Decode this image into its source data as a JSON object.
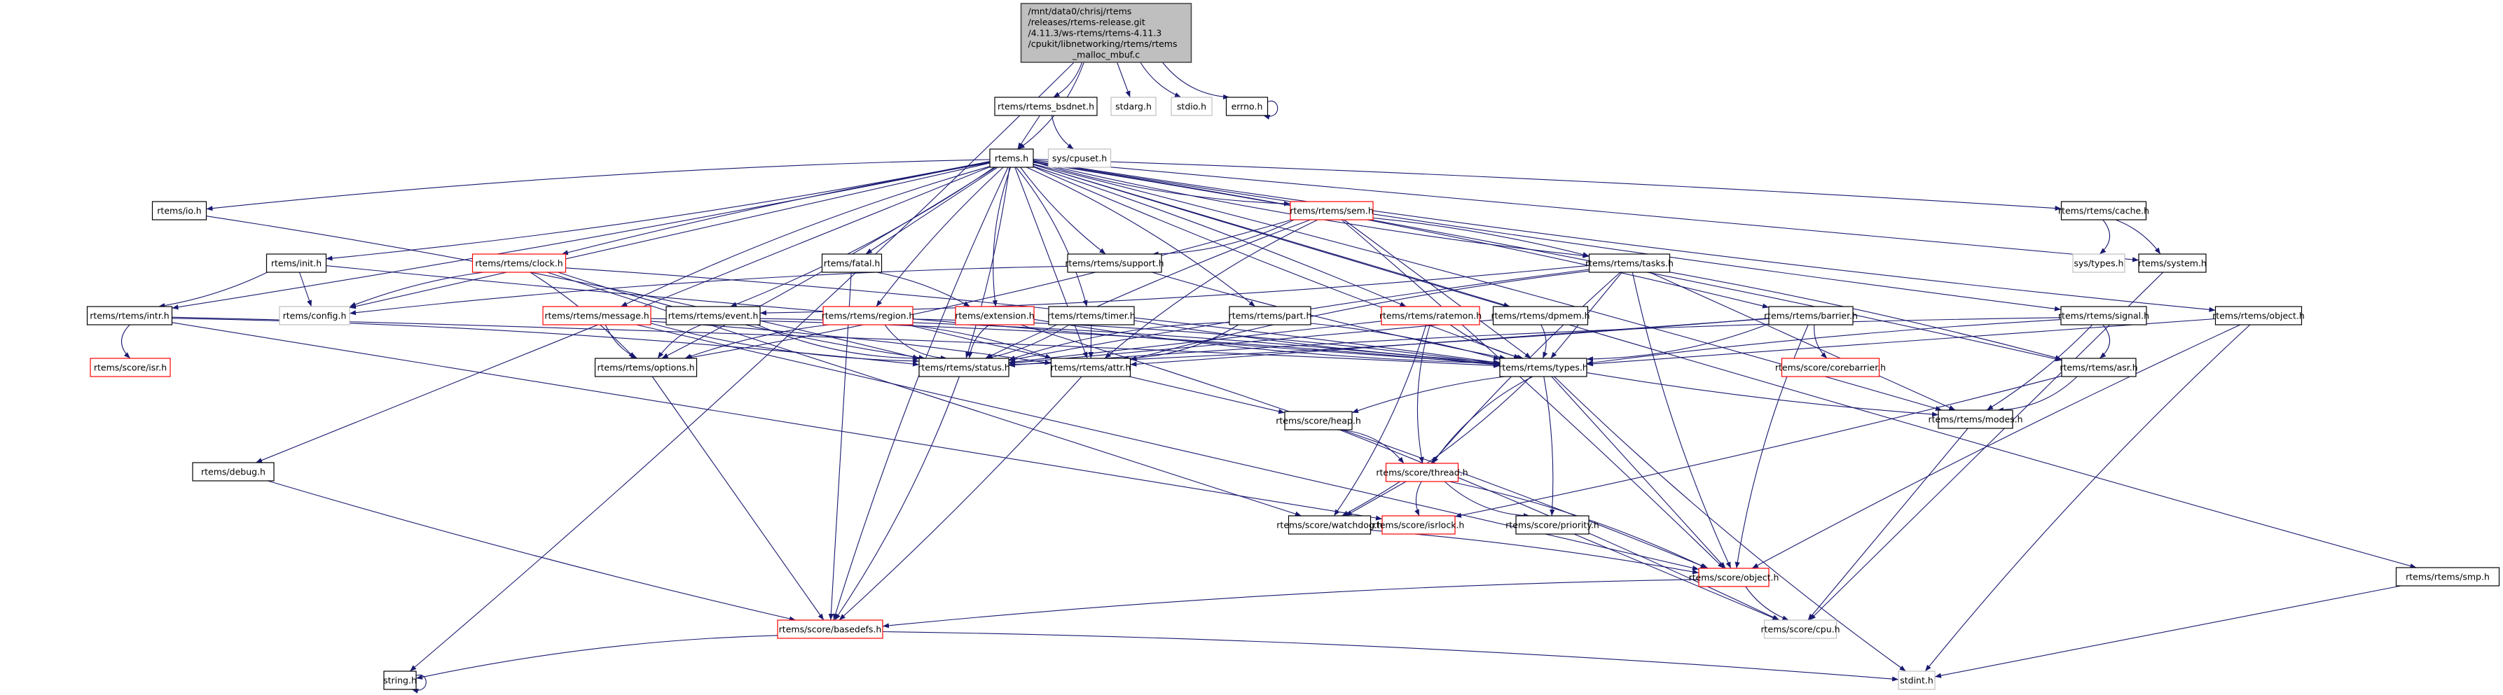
{
  "title": "Include dependency graph for rtems_malloc_mbuf.c",
  "colors": {
    "edge": "#191970",
    "root_fill": "#bfbfbf",
    "documented_border": "#000000",
    "truncated_border": "#ff0000",
    "undocumented_border": "#bfbfbf"
  },
  "nodes": [
    {
      "id": "root",
      "label": [
        "/mnt/data0/chrisj/rtems",
        "/releases/rtems-release.git",
        "/4.11.3/ws-rtems/rtems-4.11.3",
        "/cpukit/libnetworking/rtems/rtems",
        "_malloc_mbuf.c"
      ],
      "style": "root"
    },
    {
      "id": "bsdnet",
      "label": [
        "rtems/rtems_bsdnet.h"
      ],
      "style": "normal"
    },
    {
      "id": "stdarg",
      "label": [
        "stdarg.h"
      ],
      "style": "gray"
    },
    {
      "id": "stdio",
      "label": [
        "stdio.h"
      ],
      "style": "gray"
    },
    {
      "id": "errno",
      "label": [
        "errno.h"
      ],
      "style": "normal"
    },
    {
      "id": "rtems",
      "label": [
        "rtems.h"
      ],
      "style": "normal"
    },
    {
      "id": "cpuset",
      "label": [
        "sys/cpuset.h"
      ],
      "style": "gray"
    },
    {
      "id": "io",
      "label": [
        "rtems/io.h"
      ],
      "style": "normal"
    },
    {
      "id": "init",
      "label": [
        "rtems/init.h"
      ],
      "style": "normal"
    },
    {
      "id": "intr",
      "label": [
        "rtems/rtems/intr.h"
      ],
      "style": "normal"
    },
    {
      "id": "isr",
      "label": [
        "rtems/score/isr.h"
      ],
      "style": "red"
    },
    {
      "id": "config",
      "label": [
        "rtems/config.h"
      ],
      "style": "gray"
    },
    {
      "id": "clock",
      "label": [
        "rtems/rtems/clock.h"
      ],
      "style": "red"
    },
    {
      "id": "message",
      "label": [
        "rtems/rtems/message.h"
      ],
      "style": "red"
    },
    {
      "id": "event",
      "label": [
        "rtems/rtems/event.h"
      ],
      "style": "normal"
    },
    {
      "id": "options",
      "label": [
        "rtems/rtems/options.h"
      ],
      "style": "normal"
    },
    {
      "id": "fatal",
      "label": [
        "rtems/fatal.h"
      ],
      "style": "normal"
    },
    {
      "id": "region",
      "label": [
        "rtems/rtems/region.h"
      ],
      "style": "red"
    },
    {
      "id": "extension",
      "label": [
        "rtems/extension.h"
      ],
      "style": "red"
    },
    {
      "id": "timer",
      "label": [
        "rtems/rtems/timer.h"
      ],
      "style": "normal"
    },
    {
      "id": "status",
      "label": [
        "rtems/rtems/status.h"
      ],
      "style": "normal"
    },
    {
      "id": "attr",
      "label": [
        "rtems/rtems/attr.h"
      ],
      "style": "normal"
    },
    {
      "id": "support",
      "label": [
        "rtems/rtems/support.h"
      ],
      "style": "normal"
    },
    {
      "id": "sem",
      "label": [
        "rtems/rtems/sem.h"
      ],
      "style": "red"
    },
    {
      "id": "part",
      "label": [
        "rtems/rtems/part.h"
      ],
      "style": "normal"
    },
    {
      "id": "ratemon",
      "label": [
        "rtems/rtems/ratemon.h"
      ],
      "style": "red"
    },
    {
      "id": "dpmem",
      "label": [
        "rtems/rtems/dpmem.h"
      ],
      "style": "normal"
    },
    {
      "id": "types",
      "label": [
        "rtems/rtems/types.h"
      ],
      "style": "normal"
    },
    {
      "id": "tasks",
      "label": [
        "rtems/rtems/tasks.h"
      ],
      "style": "normal"
    },
    {
      "id": "barrier",
      "label": [
        "rtems/rtems/barrier.h"
      ],
      "style": "normal"
    },
    {
      "id": "corebarrier",
      "label": [
        "rtems/score/corebarrier.h"
      ],
      "style": "red"
    },
    {
      "id": "cache",
      "label": [
        "rtems/rtems/cache.h"
      ],
      "style": "normal"
    },
    {
      "id": "systypes",
      "label": [
        "sys/types.h"
      ],
      "style": "gray"
    },
    {
      "id": "system",
      "label": [
        "rtems/system.h"
      ],
      "style": "normal"
    },
    {
      "id": "signal",
      "label": [
        "rtems/rtems/signal.h"
      ],
      "style": "normal"
    },
    {
      "id": "robject",
      "label": [
        "rtems/rtems/object.h"
      ],
      "style": "normal"
    },
    {
      "id": "asr",
      "label": [
        "rtems/rtems/asr.h"
      ],
      "style": "normal"
    },
    {
      "id": "modes",
      "label": [
        "rtems/rtems/modes.h"
      ],
      "style": "normal"
    },
    {
      "id": "heap",
      "label": [
        "rtems/score/heap.h"
      ],
      "style": "normal"
    },
    {
      "id": "thread",
      "label": [
        "rtems/score/thread.h"
      ],
      "style": "red"
    },
    {
      "id": "watchdog",
      "label": [
        "rtems/score/watchdog.h"
      ],
      "style": "normal"
    },
    {
      "id": "isrlock",
      "label": [
        "rtems/score/isrlock.h"
      ],
      "style": "red"
    },
    {
      "id": "priority",
      "label": [
        "rtems/score/priority.h"
      ],
      "style": "normal"
    },
    {
      "id": "sobject",
      "label": [
        "rtems/score/object.h"
      ],
      "style": "red"
    },
    {
      "id": "cpu",
      "label": [
        "rtems/score/cpu.h"
      ],
      "style": "gray"
    },
    {
      "id": "stdint",
      "label": [
        "stdint.h"
      ],
      "style": "gray"
    },
    {
      "id": "basedefs",
      "label": [
        "rtems/score/basedefs.h"
      ],
      "style": "red"
    },
    {
      "id": "string",
      "label": [
        "string.h"
      ],
      "style": "normal"
    },
    {
      "id": "debug",
      "label": [
        "rtems/debug.h"
      ],
      "style": "normal"
    },
    {
      "id": "smp",
      "label": [
        "rtems/rtems/smp.h"
      ],
      "style": "normal"
    }
  ],
  "edges": [
    [
      "root",
      "rtems"
    ],
    [
      "root",
      "bsdnet"
    ],
    [
      "root",
      "stdarg"
    ],
    [
      "root",
      "stdio"
    ],
    [
      "root",
      "errno"
    ],
    [
      "root",
      "string"
    ],
    [
      "errno",
      "errno"
    ],
    [
      "bsdnet",
      "rtems"
    ],
    [
      "bsdnet",
      "cpuset"
    ],
    [
      "rtems",
      "io"
    ],
    [
      "rtems",
      "init"
    ],
    [
      "rtems",
      "intr"
    ],
    [
      "rtems",
      "config"
    ],
    [
      "rtems",
      "clock"
    ],
    [
      "rtems",
      "message"
    ],
    [
      "rtems",
      "event"
    ],
    [
      "rtems",
      "options"
    ],
    [
      "rtems",
      "fatal"
    ],
    [
      "rtems",
      "region"
    ],
    [
      "rtems",
      "extension"
    ],
    [
      "rtems",
      "timer"
    ],
    [
      "rtems",
      "status"
    ],
    [
      "rtems",
      "attr"
    ],
    [
      "rtems",
      "support"
    ],
    [
      "rtems",
      "sem"
    ],
    [
      "rtems",
      "part"
    ],
    [
      "rtems",
      "ratemon"
    ],
    [
      "rtems",
      "dpmem"
    ],
    [
      "rtems",
      "types"
    ],
    [
      "rtems",
      "tasks"
    ],
    [
      "rtems",
      "barrier"
    ],
    [
      "rtems",
      "cache"
    ],
    [
      "rtems",
      "system"
    ],
    [
      "rtems",
      "signal"
    ],
    [
      "rtems",
      "robject"
    ],
    [
      "rtems",
      "asr"
    ],
    [
      "rtems",
      "modes"
    ],
    [
      "rtems",
      "debug"
    ],
    [
      "rtems",
      "smp"
    ],
    [
      "rtems",
      "basedefs"
    ],
    [
      "io",
      "status"
    ],
    [
      "init",
      "intr"
    ],
    [
      "init",
      "config"
    ],
    [
      "init",
      "types"
    ],
    [
      "intr",
      "isr"
    ],
    [
      "intr",
      "status"
    ],
    [
      "intr",
      "types"
    ],
    [
      "intr",
      "isrlock"
    ],
    [
      "clock",
      "config"
    ],
    [
      "clock",
      "status"
    ],
    [
      "clock",
      "types"
    ],
    [
      "clock",
      "options"
    ],
    [
      "clock",
      "watchdog"
    ],
    [
      "message",
      "options"
    ],
    [
      "message",
      "status"
    ],
    [
      "message",
      "types"
    ],
    [
      "message",
      "attr"
    ],
    [
      "message",
      "sobject"
    ],
    [
      "event",
      "options"
    ],
    [
      "event",
      "status"
    ],
    [
      "event",
      "types"
    ],
    [
      "fatal",
      "extension"
    ],
    [
      "fatal",
      "basedefs"
    ],
    [
      "region",
      "options"
    ],
    [
      "region",
      "status"
    ],
    [
      "region",
      "types"
    ],
    [
      "region",
      "attr"
    ],
    [
      "region",
      "heap"
    ],
    [
      "extension",
      "status"
    ],
    [
      "extension",
      "types"
    ],
    [
      "extension",
      "sobject"
    ],
    [
      "timer",
      "status"
    ],
    [
      "timer",
      "attr"
    ],
    [
      "timer",
      "types"
    ],
    [
      "part",
      "status"
    ],
    [
      "part",
      "attr"
    ],
    [
      "part",
      "types"
    ],
    [
      "ratemon",
      "status"
    ],
    [
      "ratemon",
      "types"
    ],
    [
      "ratemon",
      "thread"
    ],
    [
      "ratemon",
      "watchdog"
    ],
    [
      "dpmem",
      "types"
    ],
    [
      "dpmem",
      "status"
    ],
    [
      "support",
      "types"
    ],
    [
      "support",
      "config"
    ],
    [
      "sem",
      "support"
    ],
    [
      "sem",
      "tasks"
    ],
    [
      "sem",
      "types"
    ],
    [
      "sem",
      "status"
    ],
    [
      "sem",
      "attr"
    ],
    [
      "sem",
      "options"
    ],
    [
      "sem",
      "sobject"
    ],
    [
      "tasks",
      "types"
    ],
    [
      "tasks",
      "status"
    ],
    [
      "tasks",
      "attr"
    ],
    [
      "tasks",
      "event"
    ],
    [
      "tasks",
      "asr"
    ],
    [
      "tasks",
      "modes"
    ],
    [
      "tasks",
      "thread"
    ],
    [
      "tasks",
      "sobject"
    ],
    [
      "barrier",
      "types"
    ],
    [
      "barrier",
      "status"
    ],
    [
      "barrier",
      "attr"
    ],
    [
      "barrier",
      "corebarrier"
    ],
    [
      "barrier",
      "sobject"
    ],
    [
      "cache",
      "systypes"
    ],
    [
      "cache",
      "system"
    ],
    [
      "system",
      "cpu"
    ],
    [
      "signal",
      "types"
    ],
    [
      "signal",
      "status"
    ],
    [
      "signal",
      "asr"
    ],
    [
      "signal",
      "modes"
    ],
    [
      "robject",
      "types"
    ],
    [
      "robject",
      "sobject"
    ],
    [
      "robject",
      "stdint"
    ],
    [
      "asr",
      "modes"
    ],
    [
      "asr",
      "isrlock"
    ],
    [
      "modes",
      "cpu"
    ],
    [
      "types",
      "heap"
    ],
    [
      "types",
      "thread"
    ],
    [
      "types",
      "watchdog"
    ],
    [
      "types",
      "priority"
    ],
    [
      "types",
      "sobject"
    ],
    [
      "types",
      "modes"
    ],
    [
      "types",
      "stdint"
    ],
    [
      "heap",
      "thread"
    ],
    [
      "heap",
      "cpu"
    ],
    [
      "thread",
      "watchdog"
    ],
    [
      "thread",
      "isrlock"
    ],
    [
      "thread",
      "priority"
    ],
    [
      "thread",
      "sobject"
    ],
    [
      "watchdog",
      "sobject"
    ],
    [
      "priority",
      "cpu"
    ],
    [
      "sobject",
      "cpu"
    ],
    [
      "sobject",
      "basedefs"
    ],
    [
      "status",
      "basedefs"
    ],
    [
      "attr",
      "basedefs"
    ],
    [
      "options",
      "basedefs"
    ],
    [
      "debug",
      "basedefs"
    ],
    [
      "basedefs",
      "string"
    ],
    [
      "basedefs",
      "stdint"
    ],
    [
      "string",
      "string"
    ],
    [
      "smp",
      "stdint"
    ]
  ]
}
